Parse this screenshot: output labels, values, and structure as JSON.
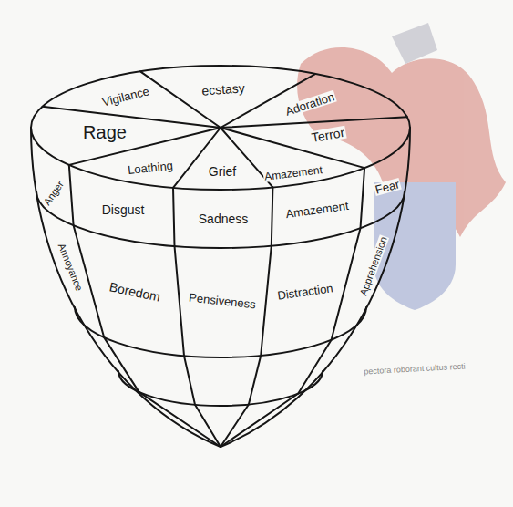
{
  "diagram": {
    "labels": [
      "ecstasy",
      "Vigilance",
      "Adoration",
      "Rage",
      "Terror",
      "Amazement",
      "Loathing",
      "Grief",
      "Anger",
      "Disgust",
      "Sadness",
      "Amazement",
      "Fear",
      "Annoyance",
      "Boredom",
      "Pensiveness",
      "Distraction",
      "Apprehension",
      "pectora roborant cultus recti"
    ]
  }
}
